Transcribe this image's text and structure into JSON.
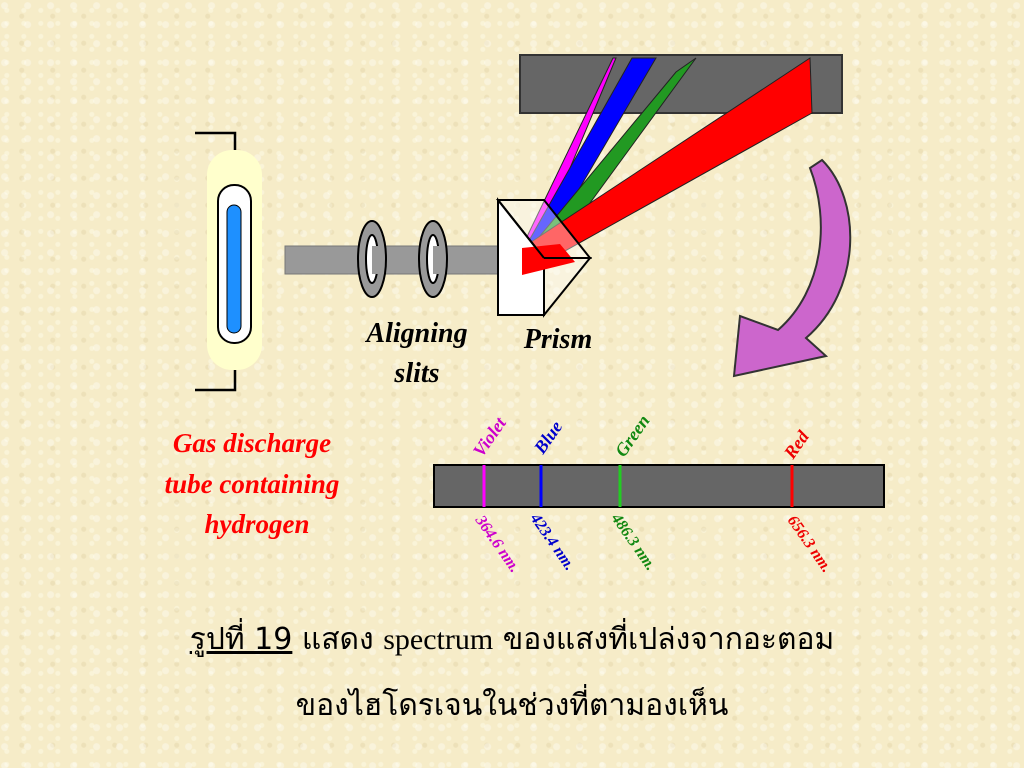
{
  "labels": {
    "slits": [
      "Aligning",
      "slits"
    ],
    "prism": "Prism",
    "tube": [
      "Gas discharge",
      "tube containing",
      "hydrogen"
    ]
  },
  "colors": {
    "violet": "#ff00ff",
    "blue": "#0000ff",
    "green": "#229922",
    "red": "#ff0000",
    "tube_label": "#ff0000",
    "arrow": "#cc66cc",
    "screen": "#666666",
    "tube_glow": "#ffffcc",
    "tube_gas": "#1e90ff"
  },
  "spectrum_lines": [
    {
      "name": "Violet",
      "wavelength": "364.6 nm.",
      "color": "#cc00cc"
    },
    {
      "name": "Blue",
      "wavelength": "423.4 nm.",
      "color": "#0000cc"
    },
    {
      "name": "Green",
      "wavelength": "486.3 nm.",
      "color": "#118811"
    },
    {
      "name": "Red",
      "wavelength": "656.3 nm.",
      "color": "#ee0000"
    }
  ],
  "caption": {
    "fig_label": "รูปที่ 19",
    "line1_a": " แสดง ",
    "line1_en": "spectrum",
    "line1_b": " ของแสงที่เปล่งจากอะตอม",
    "line2": "ของไฮโดรเจนในช่วงที่ตามองเห็น"
  }
}
